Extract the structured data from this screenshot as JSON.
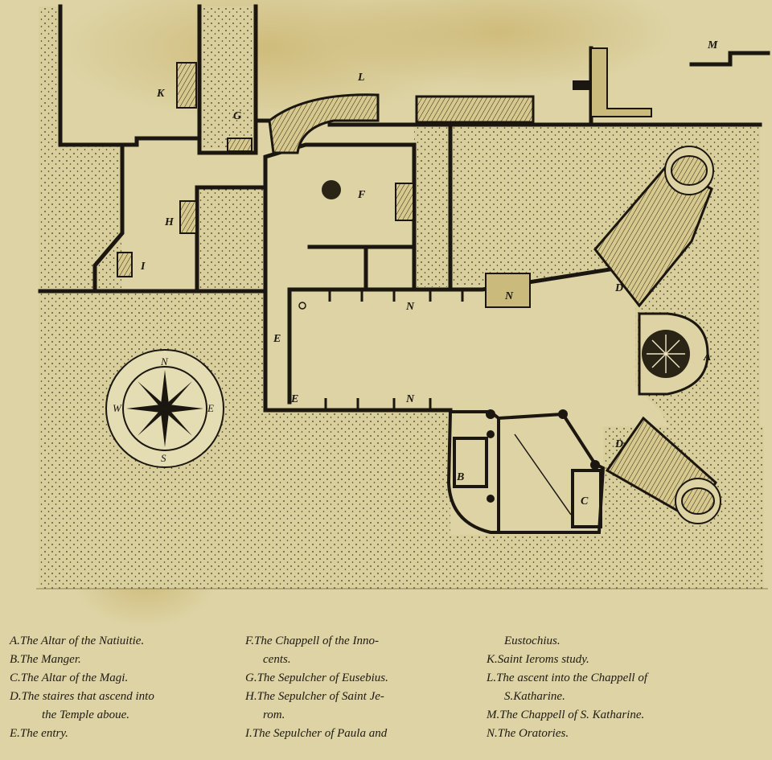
{
  "map_labels": {
    "a": "A",
    "b": "B",
    "c": "C",
    "d1": "D",
    "d2": "D",
    "e1": "E",
    "e2": "E",
    "f": "F",
    "g": "G",
    "h": "H",
    "i": "I",
    "k": "K",
    "l": "L",
    "m": "M",
    "n1": "N",
    "n2": "N",
    "n3": "N"
  },
  "compass": {
    "n": "N",
    "e": "E",
    "s": "S",
    "w": "W"
  },
  "legend": {
    "col1": [
      "A.The Altar of the Natiuitie.",
      "B.The Manger.",
      "C.The Altar of the Magi.",
      "D.The staires that ascend into",
      "the Temple aboue.",
      "E.The entry."
    ],
    "col2": [
      "F.The Chappell of the Inno-",
      "cents.",
      "G.The Sepulcher of Eusebius.",
      "H.The Sepulcher of Saint Je-",
      "rom.",
      "I.The Sepulcher of Paula and"
    ],
    "col3": [
      "Eustochius.",
      "K.Saint Ieroms study.",
      "L.The ascent into the Chappell of",
      "S.Katharine.",
      "M.The Chappell of S. Katharine.",
      "N.The Oratories."
    ]
  },
  "colors": {
    "paper": "#ddd3a4",
    "ink": "#1b1710",
    "stain": "#c4a95a"
  }
}
